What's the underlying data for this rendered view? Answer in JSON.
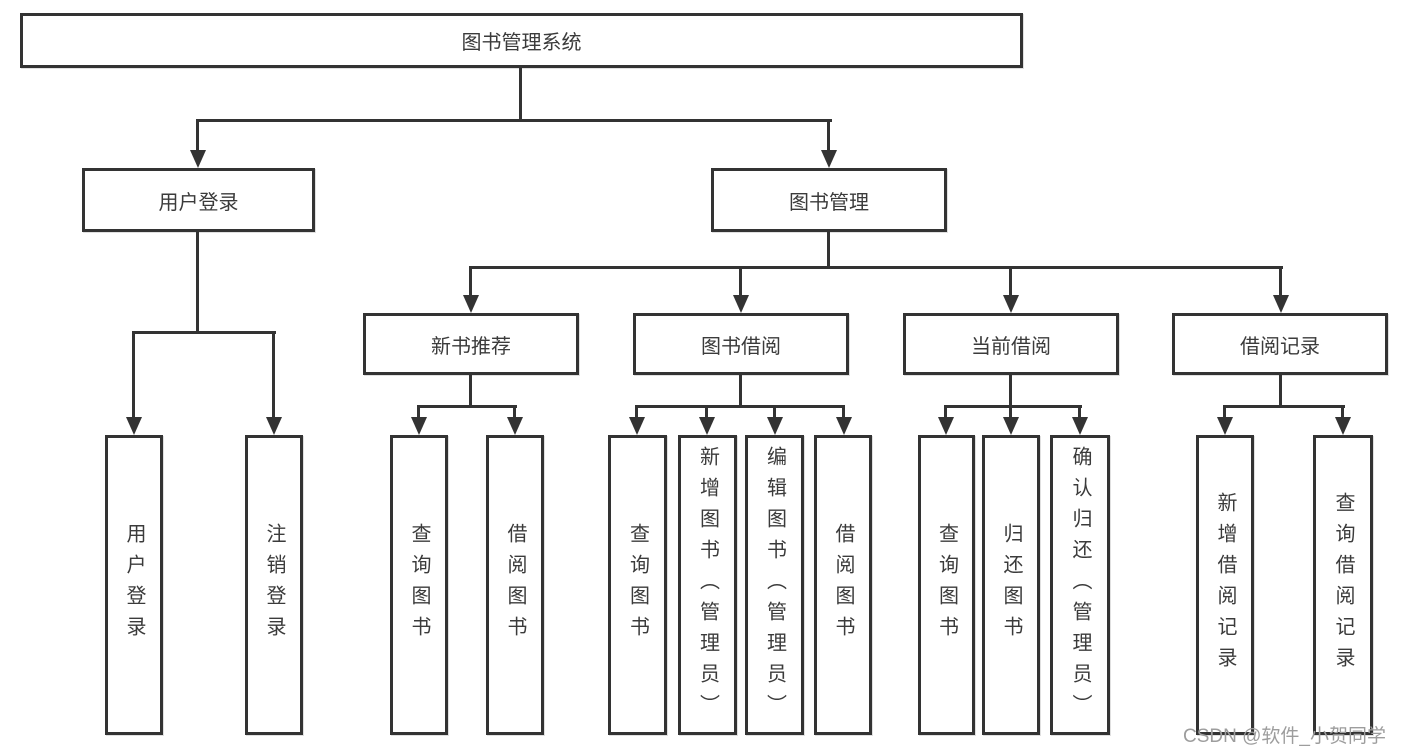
{
  "colors": {
    "line": "#333333",
    "text": "#3b3b3b",
    "watermark": "#9d9d9d",
    "background": "#ffffff"
  },
  "diagram": {
    "type": "tree",
    "root": {
      "label": "图书管理系统"
    },
    "branches": {
      "user_login": {
        "label": "用户登录",
        "children": [
          "用户登录",
          "注销登录"
        ]
      },
      "book_mgmt": {
        "label": "图书管理",
        "children": {
          "new_books": {
            "label": "新书推荐",
            "children": [
              "查询图书",
              "借阅图书"
            ]
          },
          "borrowing": {
            "label": "图书借阅",
            "children": [
              "查询图书",
              "新增图书（管理员）",
              "编辑图书（管理员）",
              "借阅图书"
            ]
          },
          "current": {
            "label": "当前借阅",
            "children": [
              "查询图书",
              "归还图书",
              "确认归还（管理员）"
            ]
          },
          "records": {
            "label": "借阅记录",
            "children": [
              "新增借阅记录",
              "查询借阅记录"
            ]
          }
        }
      }
    }
  },
  "watermark": {
    "text": "CSDN @软件_小贺同学"
  }
}
